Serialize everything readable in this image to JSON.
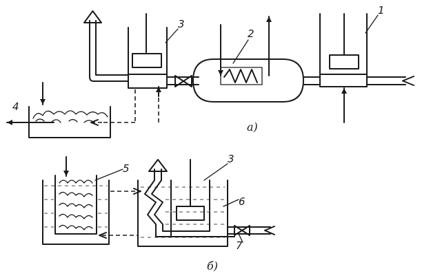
{
  "diagram_a": {
    "caption": "а)",
    "labels": {
      "l1": "1",
      "l2": "2",
      "l3": "3",
      "l4": "4"
    }
  },
  "diagram_b": {
    "caption": "б)",
    "labels": {
      "l3": "3",
      "l5": "5",
      "l6": "6",
      "l7": "7"
    }
  }
}
